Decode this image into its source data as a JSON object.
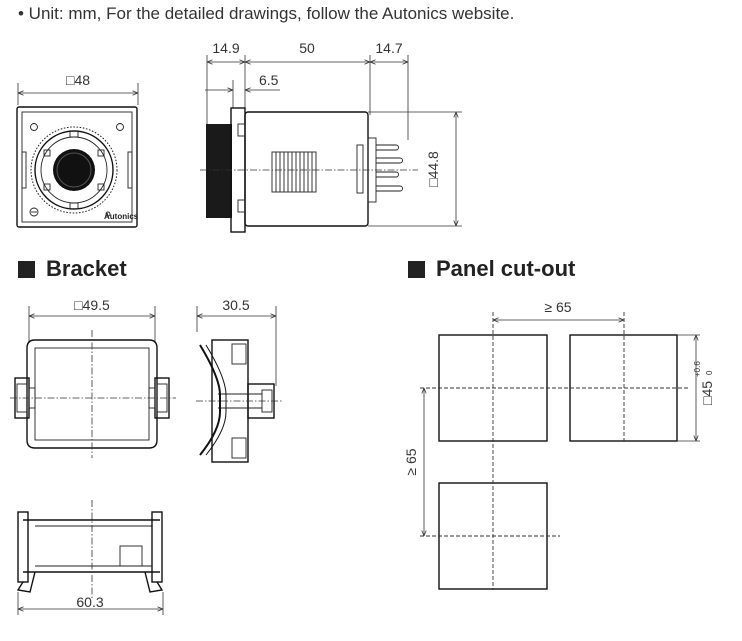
{
  "note": "• Unit: mm, For the detailed drawings, follow the Autonics website.",
  "sections": {
    "bracket": "Bracket",
    "panel_cutout": "Panel cut-out"
  },
  "front_view": {
    "width_dim": "□48",
    "brand": "Autonics"
  },
  "side_view": {
    "dim_front": "14.9",
    "dim_body": "50",
    "dim_rear": "14.7",
    "dim_offset": "6.5",
    "dim_height": "□44.8"
  },
  "bracket": {
    "width_dim": "□49.5",
    "depth_dim": "30.5",
    "length_dim": "60.3"
  },
  "cutout": {
    "pitch_h": "≥ 65",
    "pitch_v": "≥ 65",
    "hole_size": "□45",
    "tol_upper": "+0.6",
    "tol_lower": "0"
  }
}
